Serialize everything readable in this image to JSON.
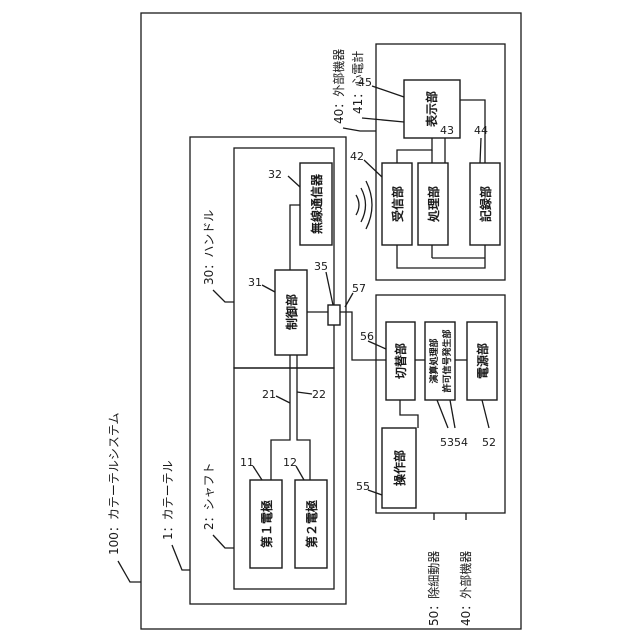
{
  "system_label": "100：カテーテルシステム",
  "catheter_label": "1：カテーテル",
  "shaft_label": "2：シャフト",
  "handle_label": "30：ハンドル",
  "ext_device_top_label": "40：外部機器",
  "ecg_label": "41：心電計",
  "defib_label": "50：除細動器",
  "ext_device_bottom_label": "40：外部機器",
  "components": {
    "electrode1": "第１電極",
    "electrode2": "第２電極",
    "controller": "制御部",
    "wireless": "無線通信器",
    "display": "表示部",
    "receiver": "受信部",
    "processor": "処理部",
    "recorder": "記録部",
    "switch": "切替部",
    "calc": "演算処理部",
    "permit": "許可信号発生部",
    "power": "電源部",
    "operation": "操作部"
  },
  "refs": {
    "r11": "11",
    "r12": "12",
    "r21": "21",
    "r22": "22",
    "r31": "31",
    "r32": "32",
    "r35": "35",
    "r57": "57",
    "r45": "45",
    "r42": "42",
    "r43": "43",
    "r44": "44",
    "r56": "56",
    "r53": "53",
    "r54": "54",
    "r52": "52",
    "r55": "55"
  }
}
